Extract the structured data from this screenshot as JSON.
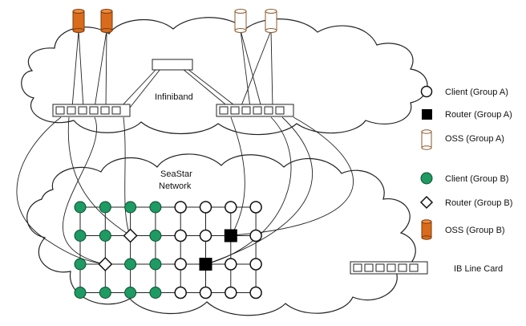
{
  "labels": {
    "infiniband": "Infiniband",
    "seastar_line1": "SeaStar",
    "seastar_line2": "Network"
  },
  "legend": {
    "client_a": "Client (Group A)",
    "router_a": "Router (Group A)",
    "oss_a": "OSS (Group A)",
    "client_b": "Client (Group B)",
    "router_b": "Router (Group B)",
    "oss_b": "OSS (Group B)",
    "ib_line_card": "IB Line Card"
  },
  "colors": {
    "group_b_fill": "#1e9a63",
    "oss_b_fill": "#d96b1c",
    "oss_a_fill": "#ffffff",
    "oss_a_stroke": "#8b5a2b",
    "router_a_fill": "#000000",
    "line": "#222222"
  },
  "grid": {
    "rows": [
      [
        "client_b",
        "client_b",
        "client_b",
        "client_b",
        "client_a",
        "client_a",
        "client_a",
        "client_a"
      ],
      [
        "client_b",
        "client_b",
        "router_b",
        "client_b",
        "client_a",
        "client_a",
        "router_a",
        "client_a"
      ],
      [
        "client_b",
        "router_b",
        "client_b",
        "client_b",
        "client_a",
        "router_a",
        "client_a",
        "client_a"
      ],
      [
        "client_b",
        "client_b",
        "client_b",
        "client_b",
        "client_a",
        "client_a",
        "client_a",
        "client_a"
      ]
    ]
  }
}
